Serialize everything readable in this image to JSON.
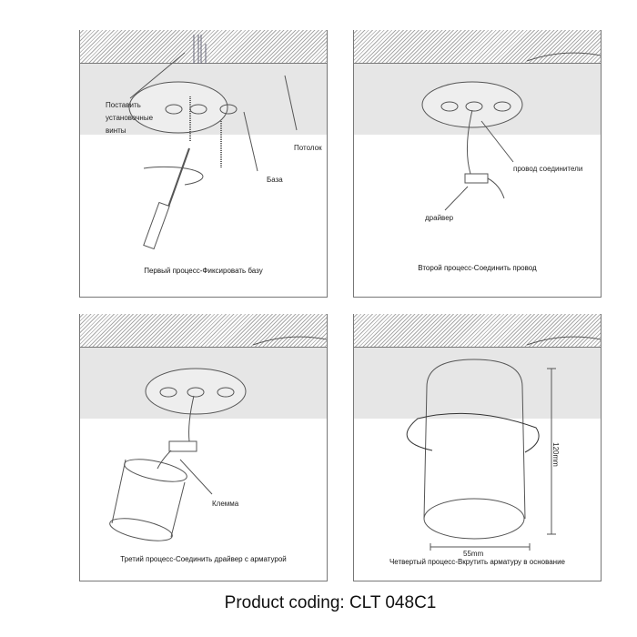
{
  "panels": [
    {
      "caption": "Первый процесс-Фиксировать базу",
      "labels": {
        "screws": "Поставить установочные винты",
        "ceiling": "Потолок",
        "base": "База"
      }
    },
    {
      "caption": "Второй процесс-Соединить провод",
      "labels": {
        "wire": "провод соединители",
        "driver": "драйвер"
      }
    },
    {
      "caption": "Третий процесс-Соединить драйвер  с арматурой",
      "labels": {
        "terminal": "Клемма"
      }
    },
    {
      "caption": "Четвертый процесс-Вкрутить арматуру в основание",
      "labels": {
        "width": "55mm",
        "height": "120mm"
      }
    }
  ],
  "title": "Product coding: CLT 048C1"
}
